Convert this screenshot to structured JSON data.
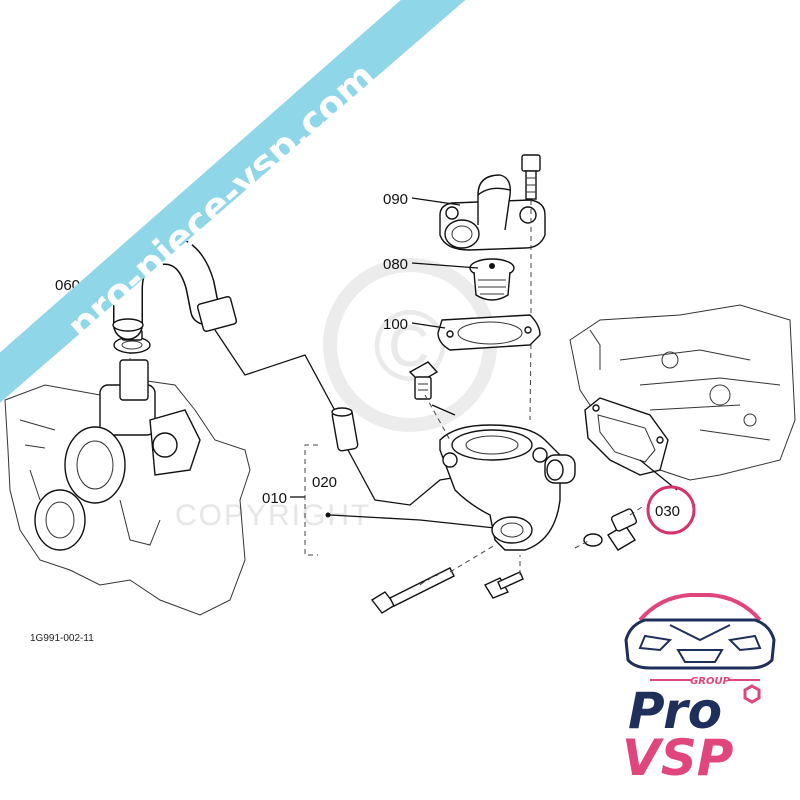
{
  "banner": {
    "text": "pro-piece-vsp.com",
    "color": "#8fd6e8"
  },
  "watermark": {
    "copyright_symbol": "©",
    "text": "COPYRIGHT"
  },
  "callouts": [
    {
      "id": "090",
      "text": "090"
    },
    {
      "id": "080",
      "text": "080"
    },
    {
      "id": "100",
      "text": "100"
    },
    {
      "id": "060",
      "text": "060"
    },
    {
      "id": "020",
      "text": "020"
    },
    {
      "id": "010",
      "text": "010"
    },
    {
      "id": "030",
      "text": "030"
    }
  ],
  "highlight": {
    "callout": "030",
    "color": "#d6336c"
  },
  "diagram_code": "1G991-002-11",
  "logo": {
    "group": "GROUP",
    "brand_top": "Pro",
    "brand_bottom": "VSP",
    "accent": "#e0457b",
    "dark": "#1f2f5c"
  }
}
